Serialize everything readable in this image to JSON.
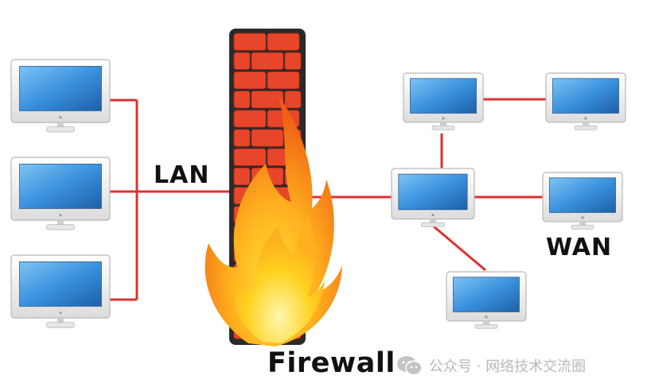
{
  "labels": {
    "lan": "LAN",
    "wan": "WAN",
    "firewall": "Firewall"
  },
  "watermark": {
    "text": "公众号 · 网络技术交流圈",
    "icon": "wechat-icon"
  },
  "colors": {
    "link": "#e03030",
    "brick": "#e8462a",
    "wall_frame": "#2a2a2a",
    "screen": "#2f86d6",
    "monitor_frame": "#f2f2f2",
    "flame_outer": "#f26b1d",
    "flame_inner": "#ffd21f",
    "watermark": "#b9b9b9"
  }
}
